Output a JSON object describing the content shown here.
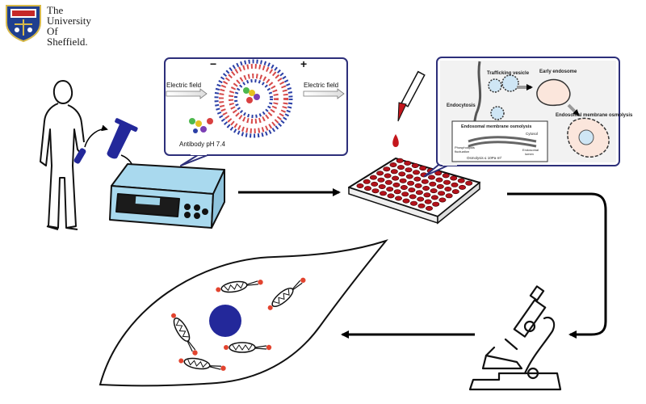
{
  "logo": {
    "lines": [
      "The",
      "University",
      "Of",
      "Sheffield."
    ]
  },
  "panel_left": {
    "minus": "−",
    "plus": "+",
    "field_label_left": "Electric field",
    "field_label_right": "Electric field",
    "antibody_label": "Antibody pH 7.4"
  },
  "panel_right": {
    "trafficking_vesicle": "Trafficking vesicle",
    "early_endosome": "Early endosome",
    "endocytosis": "Endocytosis",
    "endosomal_membrane_osmolysis": "Endosomal membrane osmolysis",
    "inset_title": "Endosomal membrane osmolysis",
    "cytosol": "Cytosol",
    "phospholipids": "Phospholipids",
    "fluctuation": "fluctuation",
    "endosomal": "Endosomal",
    "lumen": "lumen",
    "osmolysis": "Osmolysis ≤ 10Pa·m²"
  },
  "colors": {
    "device_fill": "#a9d9ee",
    "plate_red": "#b3121b",
    "nucleus_blue": "#23289a",
    "panel_border": "#2d2f7a",
    "dot_red": "#e2442f"
  }
}
